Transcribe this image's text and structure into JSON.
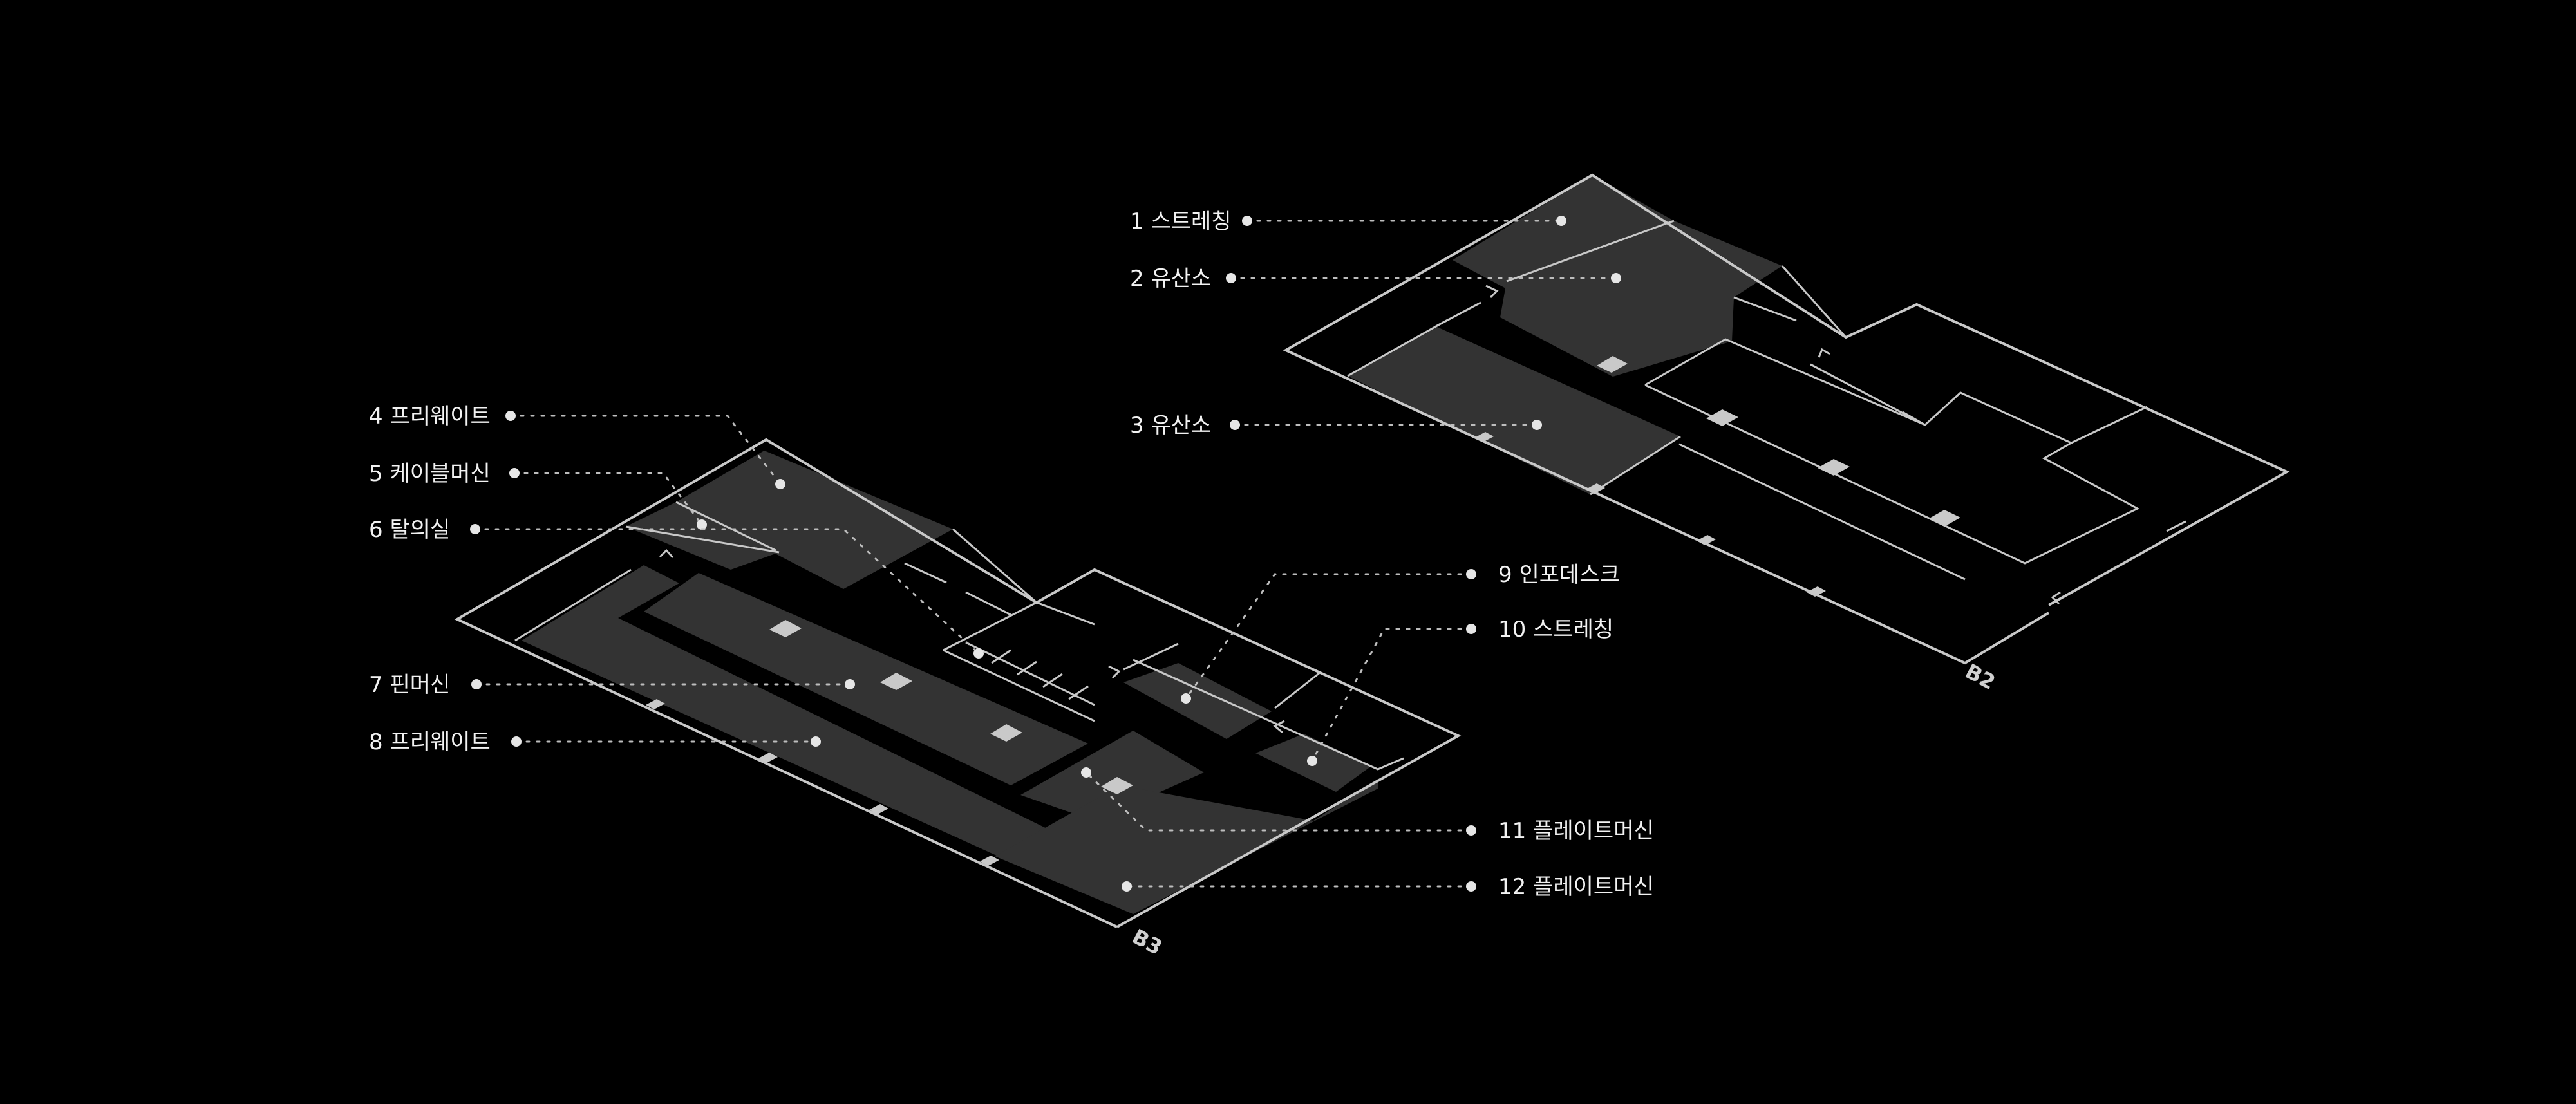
{
  "floors": [
    {
      "id": "b2",
      "tag": "B2"
    },
    {
      "id": "b3",
      "tag": "B3"
    }
  ],
  "labels": [
    {
      "id": "1",
      "text": "1 스트레칭"
    },
    {
      "id": "2",
      "text": "2 유산소"
    },
    {
      "id": "3",
      "text": "3 유산소"
    },
    {
      "id": "4",
      "text": "4 프리웨이트"
    },
    {
      "id": "5",
      "text": "5 케이블머신"
    },
    {
      "id": "6",
      "text": "6 탈의실"
    },
    {
      "id": "7",
      "text": "7 핀머신"
    },
    {
      "id": "8",
      "text": "8 프리웨이트"
    },
    {
      "id": "9",
      "text": "9 인포데스크"
    },
    {
      "id": "10",
      "text": "10 스트레칭"
    },
    {
      "id": "11",
      "text": "11 플레이트머신"
    },
    {
      "id": "12",
      "text": "12 플레이트머신"
    }
  ],
  "colors": {
    "background": "#000000",
    "outline": "#c8c8c8",
    "room_fill": "#333333",
    "text": "#f2f2f2"
  }
}
